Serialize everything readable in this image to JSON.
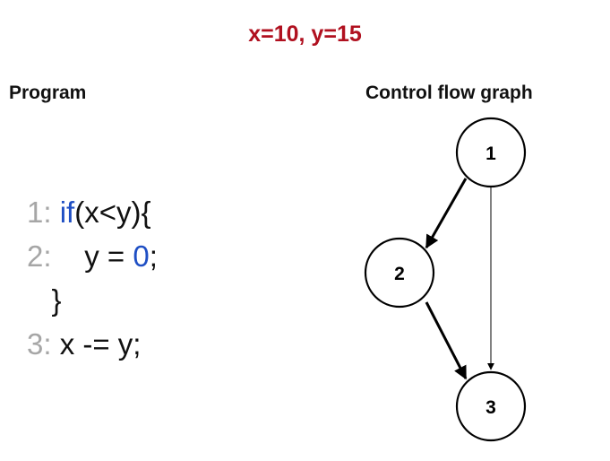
{
  "title": "x=10, y=15",
  "program_heading": "Program",
  "cfg_heading": "Control flow graph",
  "code": {
    "line1": {
      "num": "1: ",
      "kw": "if",
      "rest": "(x<y){"
    },
    "line2": {
      "num": "2: ",
      "pad": "   y = ",
      "num_val": "0",
      "end": ";"
    },
    "line3": {
      "text": "   }"
    },
    "line4": {
      "num": "3: ",
      "rest": "x -= y;"
    }
  },
  "graph": {
    "nodes": [
      {
        "id": "1",
        "label": "1"
      },
      {
        "id": "2",
        "label": "2"
      },
      {
        "id": "3",
        "label": "3"
      }
    ],
    "edges": [
      {
        "from": "1",
        "to": "2",
        "style": "thick"
      },
      {
        "from": "2",
        "to": "3",
        "style": "thick"
      },
      {
        "from": "1",
        "to": "3",
        "style": "thin"
      }
    ]
  },
  "colors": {
    "title": "#b0101f",
    "keyword": "#1f4fc4",
    "line_number": "#a6a6a6"
  }
}
